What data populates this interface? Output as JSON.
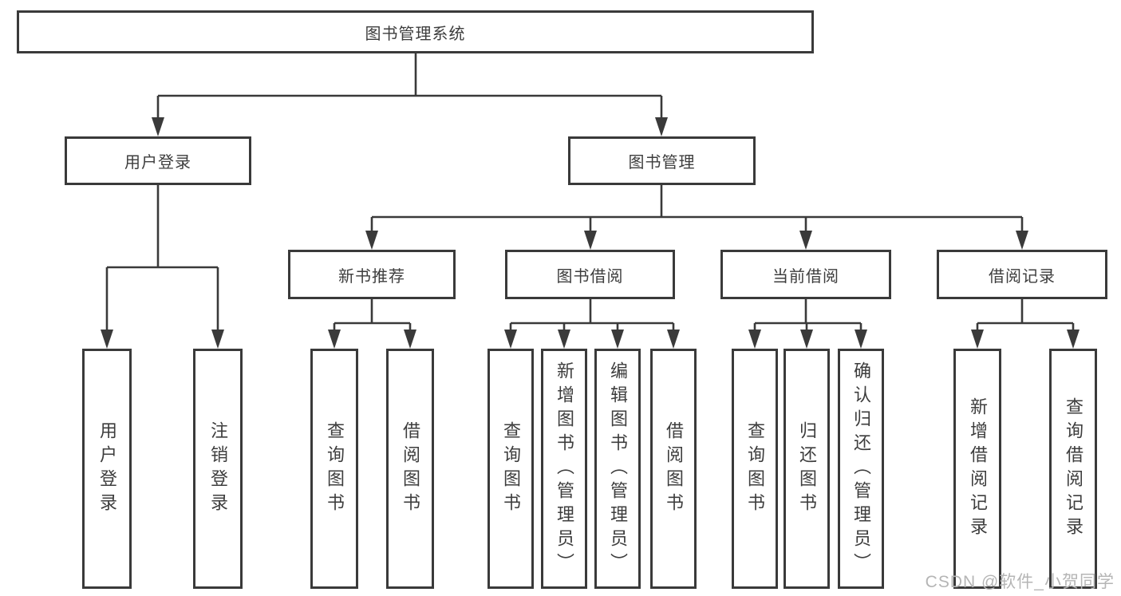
{
  "diagram": {
    "type": "tree-structure-chart",
    "root": {
      "label": "图书管理系统"
    },
    "branches": [
      {
        "label": "用户登录",
        "children": [
          {
            "label": "用户登录"
          },
          {
            "label": "注销登录"
          }
        ]
      },
      {
        "label": "图书管理",
        "children": [
          {
            "label": "新书推荐",
            "children": [
              {
                "label": "查询图书"
              },
              {
                "label": "借阅图书"
              }
            ]
          },
          {
            "label": "图书借阅",
            "children": [
              {
                "label": "查询图书"
              },
              {
                "label": "新增图书（管理员）"
              },
              {
                "label": "编辑图书（管理员）"
              },
              {
                "label": "借阅图书"
              }
            ]
          },
          {
            "label": "当前借阅",
            "children": [
              {
                "label": "查询图书"
              },
              {
                "label": "归还图书"
              },
              {
                "label": "确认归还（管理员）"
              }
            ]
          },
          {
            "label": "借阅记录",
            "children": [
              {
                "label": "新增借阅记录"
              },
              {
                "label": "查询借阅记录"
              }
            ]
          }
        ]
      }
    ]
  },
  "watermark": {
    "text": "CSDN @软件_小贺同学"
  },
  "colors": {
    "line": "#3a3a3a",
    "text": "#3d3d3d",
    "background": "#ffffff",
    "watermark": "#b5b5b5"
  }
}
